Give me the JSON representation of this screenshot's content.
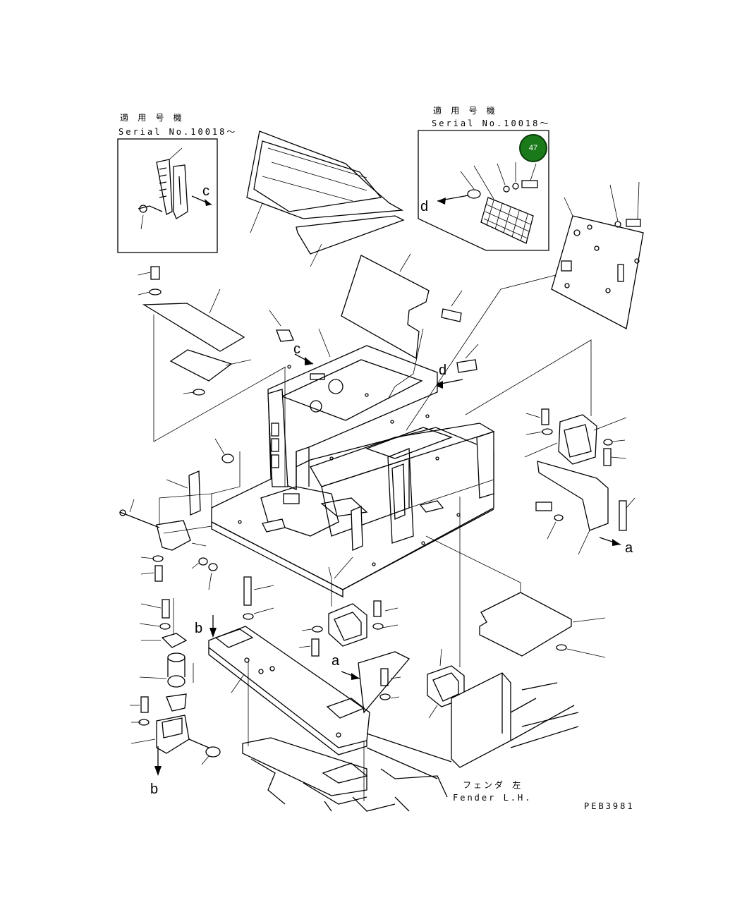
{
  "labels": {
    "serial_left_jp": "適 用 号 機",
    "serial_left_en": "Serial No.10018～",
    "serial_right_jp": "適 用 号 機",
    "serial_right_en": "Serial No.10018～",
    "fender_jp": "フェンダ 左",
    "fender_en": "Fender L.H.",
    "drawing_code": "PEB3981"
  },
  "callout_badge": {
    "number": "47",
    "color": "#1a7a1a"
  },
  "arrow_letters": {
    "c_inset": "c",
    "d_inset": "d",
    "c_main": "c",
    "d_main": "d",
    "a_right": "a",
    "a_center": "a",
    "b_top": "b",
    "b_bottom": "b"
  }
}
